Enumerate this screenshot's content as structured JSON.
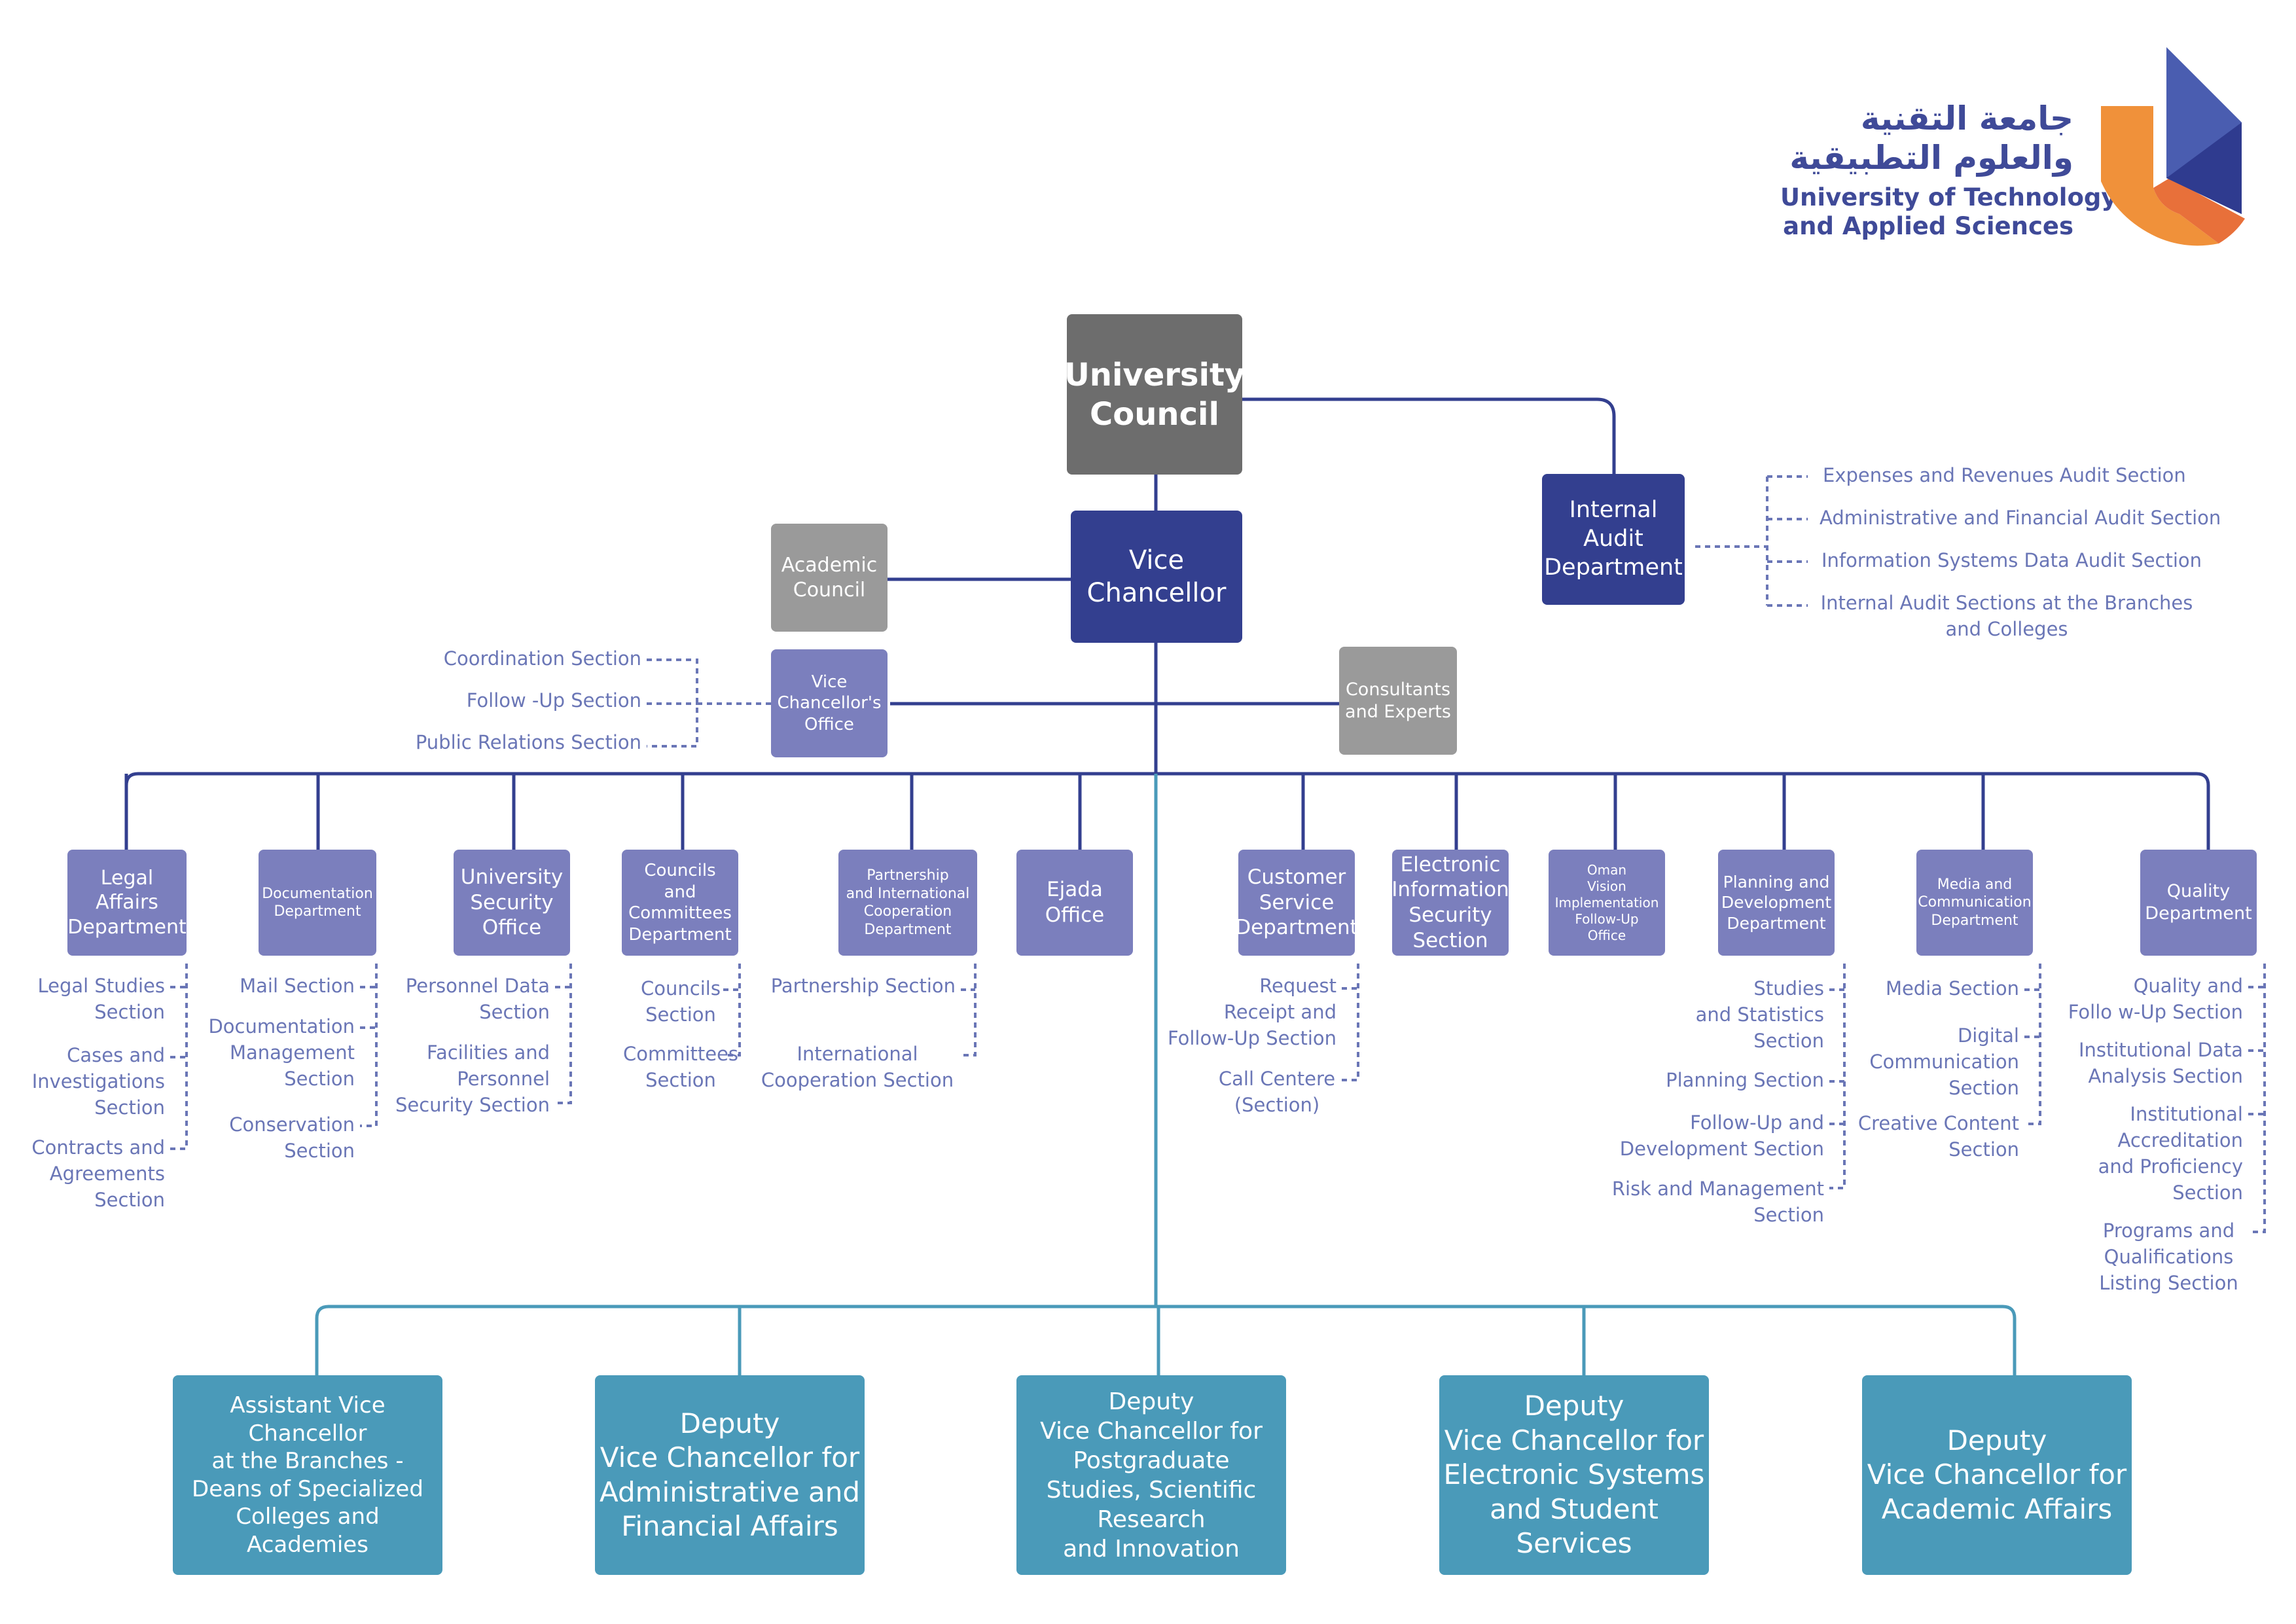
{
  "logo": {
    "arabic_line1": "جامعة التقنية",
    "arabic_line2": "والعلوم التطبيقية",
    "english_line1": "University of Technology",
    "english_line2": "and Applied Sciences",
    "colors": {
      "text": "#3f4a98",
      "orange": "#f0913a",
      "dark_orange": "#e8703a",
      "blue": "#4a5db0",
      "dark_blue": "#2f3b8f"
    }
  },
  "colors": {
    "navy": "#333f8f",
    "purple": "#7b7fbd",
    "grey_dark": "#6d6d6d",
    "grey": "#9a9a9a",
    "teal": "#4a9ab9",
    "section_text": "#6a76b6",
    "line": "#333f8f"
  },
  "top": {
    "university_council": "University\nCouncil",
    "vice_chancellor": "Vice\nChancellor",
    "academic_council": "Academic\nCouncil",
    "vc_office": "Vice\nChancellor's\nOffice",
    "consultants": "Consultants\nand Experts",
    "internal_audit": "Internal\nAudit\nDepartment"
  },
  "audit_sections": [
    "Expenses and Revenues Audit Section",
    "Administrative and Financial Audit Section",
    "Information Systems Data Audit Section",
    "Internal Audit Sections at the Branches\nand Colleges"
  ],
  "office_sections": [
    "Coordination Section",
    "Follow -Up Section",
    "Public Relations Section"
  ],
  "departments": [
    {
      "name": "Legal\nAffairs\nDepartment",
      "sections": [
        "Legal Studies\nSection",
        "Cases and\nInvestigations\nSection",
        "Contracts and\nAgreements\nSection"
      ]
    },
    {
      "name": "Documentation\nDepartment",
      "sections": [
        "Mail Section",
        "Documentation\nManagement\nSection",
        "Conservation\nSection"
      ]
    },
    {
      "name": "University\nSecurity\nOffice",
      "sections": [
        "Personnel Data\nSection",
        "Facilities and\nPersonnel\nSecurity Section"
      ]
    },
    {
      "name": "Councils and\nCommittees\nDepartment",
      "sections": [
        "Councils\nSection",
        "Committees\nSection"
      ]
    },
    {
      "name": "Partnership\nand International\nCooperation\nDepartment",
      "sections": [
        "Partnership Section",
        "International\nCooperation Section"
      ]
    },
    {
      "name": "Ejada\nOffice",
      "sections": []
    },
    {
      "name": "Customer\nService\nDepartment",
      "sections": [
        "Request\nReceipt and\nFollow-Up Section",
        "Call Centere\n(Section)"
      ]
    },
    {
      "name": "Electronic\nInformation\nSecurity\nSection",
      "sections": []
    },
    {
      "name": "Oman\nVision\nImplementation\nFollow-Up\nOffice",
      "sections": []
    },
    {
      "name": "Planning and\nDevelopment\nDepartment",
      "sections": [
        "Studies\nand Statistics\nSection",
        "Planning Section",
        "Follow-Up and\nDevelopment Section",
        "Risk and Management\nSection"
      ]
    },
    {
      "name": "Media and\nCommunication\nDepartment",
      "sections": [
        "Media Section",
        "Digital\nCommunication\nSection",
        "Creative Content\nSection"
      ]
    },
    {
      "name": "Quality\nDepartment",
      "sections": [
        "Quality and\nFollo w-Up Section",
        "Institutional Data\nAnalysis Section",
        "Institutional\nAccreditation\nand Proficiency\nSection",
        "Programs and\nQualifications\nListing Section"
      ]
    }
  ],
  "deputies": [
    "Assistant Vice\nChancellor\nat the Branches -\nDeans of Specialized\nColleges and\nAcademies",
    "Deputy\nVice Chancellor for\nAdministrative and\nFinancial Affairs",
    "Deputy\nVice Chancellor for\nPostgraduate\nStudies, Scientific\nResearch\nand Innovation",
    "Deputy\nVice Chancellor for\nElectronic Systems\nand  Student\nServices",
    "Deputy\nVice Chancellor for\nAcademic Affairs"
  ]
}
